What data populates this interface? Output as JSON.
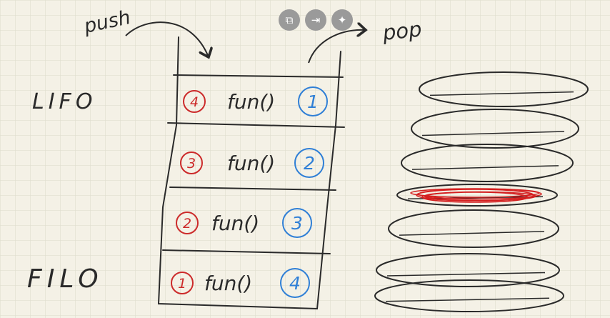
{
  "labels": {
    "push": "push",
    "pop": "pop",
    "lifo": "LIFO",
    "filo": "FILO"
  },
  "stack_rows": [
    {
      "push_order": "4",
      "label": "fun()",
      "pop_order": "1"
    },
    {
      "push_order": "3",
      "label": "fun()",
      "pop_order": "2"
    },
    {
      "push_order": "2",
      "label": "fun()",
      "pop_order": "3"
    },
    {
      "push_order": "1",
      "label": "fun()",
      "pop_order": "4"
    }
  ],
  "plates": [
    {
      "highlighted": false
    },
    {
      "highlighted": false
    },
    {
      "highlighted": false
    },
    {
      "highlighted": true
    },
    {
      "highlighted": false
    },
    {
      "highlighted": false
    },
    {
      "highlighted": false
    }
  ],
  "toolbar": {
    "copy_icon": "copy-icon",
    "export_icon": "export-icon",
    "ai_icon": "sparkle-icon"
  },
  "colors": {
    "background": "#f4f1e6",
    "grid": "#dcdccb",
    "ink": "#2a2a2a",
    "push_order": "#cc2a2a",
    "pop_order": "#2f7fd6",
    "highlight": "#d42020"
  }
}
